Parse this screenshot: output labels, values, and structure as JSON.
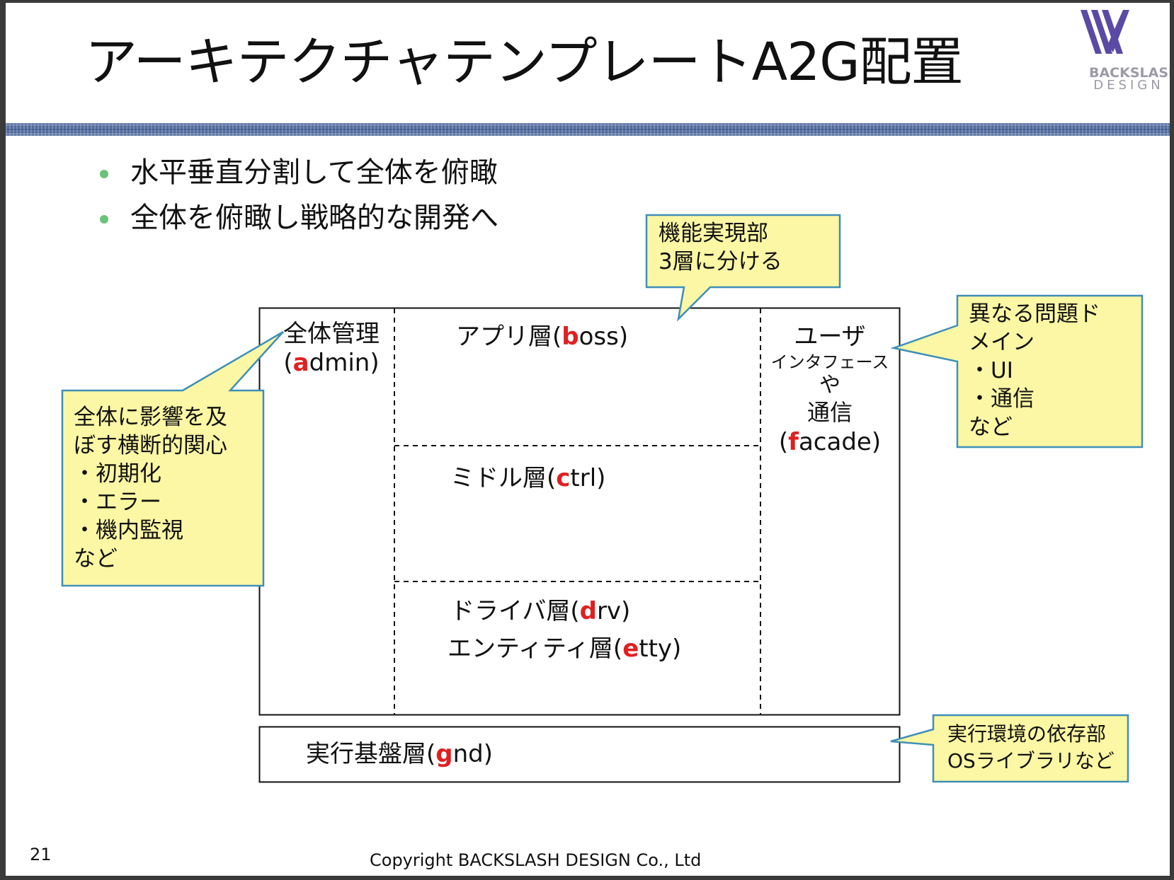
{
  "title": "アーキテクチャテンプレートA2G配置",
  "logo": {
    "line1": "BACKSLASH",
    "line2": "DESIGN",
    "icon": "backslash-stripes-logo"
  },
  "bullets": [
    "水平垂直分割して全体を俯瞰",
    "全体を俯瞰し戦略的な開発へ"
  ],
  "layers": {
    "admin": {
      "line1": "全体管理",
      "open": "(",
      "key": "a",
      "rest": "dmin)"
    },
    "boss": {
      "prefix": "アプリ層(",
      "key": "b",
      "rest": "oss)"
    },
    "ctrl": {
      "prefix": "ミドル層(",
      "key": "c",
      "rest": "trl)"
    },
    "drv": {
      "prefix": "ドライバ層(",
      "key": "d",
      "rest": "rv)"
    },
    "etty": {
      "prefix": "エンティティ層(",
      "key": "e",
      "rest": "tty)"
    },
    "facade": {
      "line1": "ユーザ",
      "line2": "インタフェース",
      "line3": "や",
      "line4": "通信",
      "open": "(",
      "key": "f",
      "rest": "acade)"
    },
    "gnd": {
      "prefix": "実行基盤層(",
      "key": "g",
      "rest": "nd)"
    }
  },
  "callouts": {
    "function": [
      "機能実現部",
      "3層に分ける"
    ],
    "admin": [
      "全体に影響を及",
      "ぼす横断的関心",
      "・初期化",
      "・エラー",
      "・機内監視",
      "など"
    ],
    "domain": [
      "異なる問題ド",
      "メイン",
      "・UI",
      "・通信",
      "など"
    ],
    "ground": [
      "実行環境の依存部",
      "OSライブラリなど"
    ]
  },
  "colors": {
    "callout_fill": "#fbf7a4",
    "callout_border": "#3f8fb8",
    "key_letter": "#e02020",
    "bullet_dot": "#6cc27a"
  },
  "footer": {
    "copyright": "Copyright BACKSLASH DESIGN Co., Ltd",
    "page_number": "21"
  }
}
